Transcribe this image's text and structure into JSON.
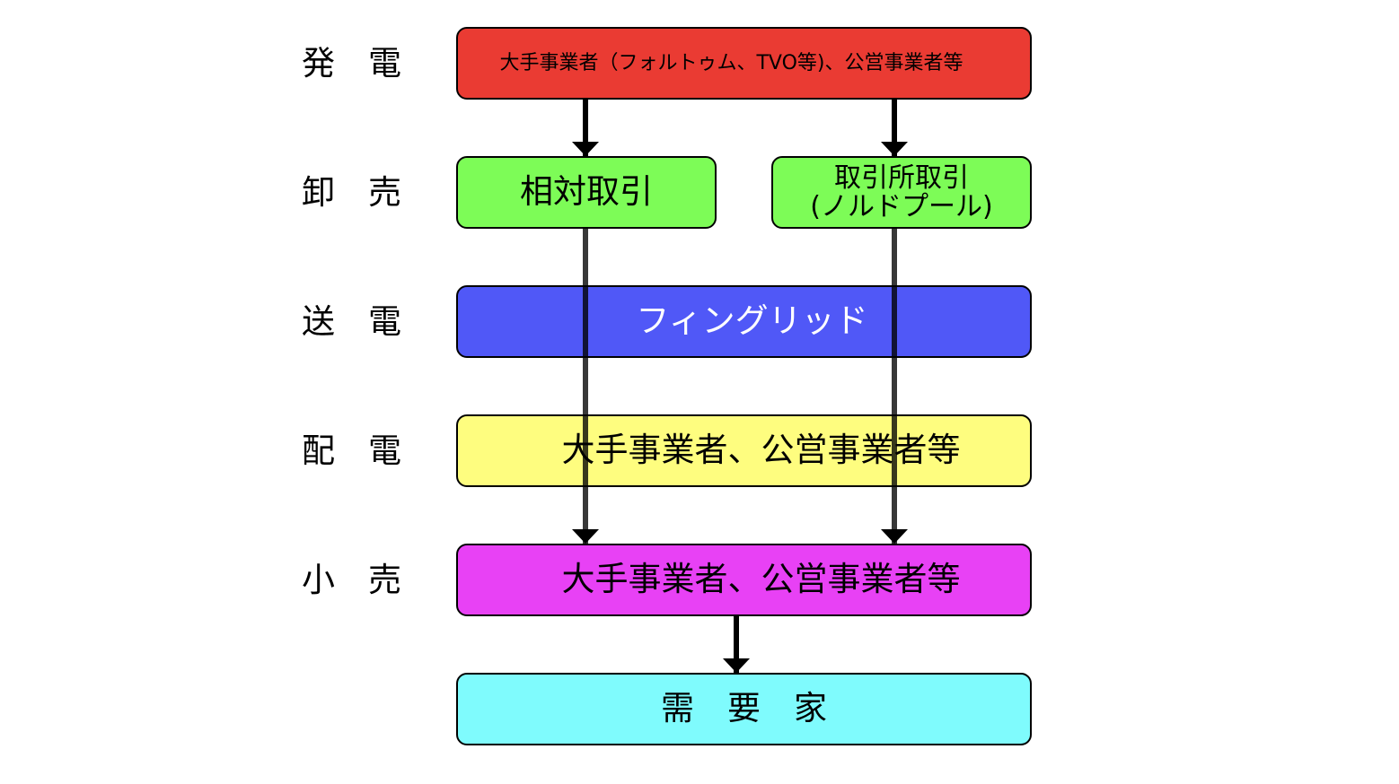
{
  "stages": {
    "generation": "発　電",
    "wholesale": "卸　売",
    "transmission": "送　電",
    "distribution": "配　電",
    "retail": "小　売"
  },
  "boxes": {
    "generation": {
      "label": "大手事業者（フォルトゥム、TVO等)、公営事業者等",
      "color": "#ea3b33"
    },
    "bilateral": {
      "label": "相対取引",
      "color": "#7dfc57"
    },
    "exchange": {
      "line1": "取引所取引",
      "line2": "(ノルドプール)",
      "color": "#7dfc57"
    },
    "transmission": {
      "label": "フィングリッド",
      "color": "#5058f7"
    },
    "distribution": {
      "label": "大手事業者、公営事業者等",
      "color": "#fefd7f"
    },
    "retail": {
      "label": "大手事業者、公営事業者等",
      "color": "#e841f5"
    },
    "consumers": {
      "label": "需　要　家",
      "color": "#7ffbfd"
    }
  }
}
